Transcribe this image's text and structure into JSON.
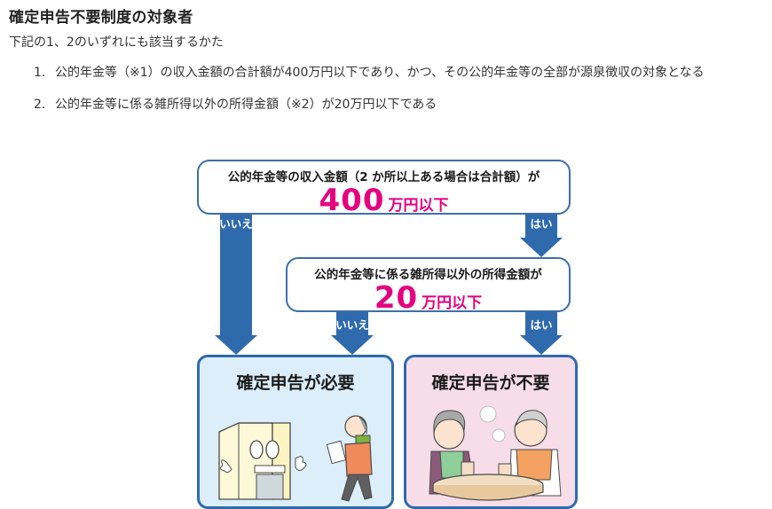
{
  "heading": "確定申告不要制度の対象者",
  "intro": "下記の1、2のいずれにも該当するかた",
  "list": [
    {
      "num": "1.",
      "text": "公的年金等（※1）の収入金額の合計額が400万円以下であり、かつ、その公的年金等の全部が源泉徴収の対象となる"
    },
    {
      "num": "2.",
      "text": "公的年金等に係る雑所得以外の所得金額（※2）が20万円以下である"
    }
  ],
  "flowchart": {
    "q1": {
      "question": "公的年金等の収入金額（2 か所以上ある場合は合計額）が",
      "amount": "400",
      "unit": "万円以下"
    },
    "q2": {
      "question": "公的年金等に係る雑所得以外の所得金額が",
      "amount": "20",
      "unit": "万円以下"
    },
    "labels": {
      "no": "いいえ",
      "yes": "はい"
    },
    "results": {
      "required": "確定申告が必要",
      "not_required": "確定申告が不要"
    },
    "illustrations": {
      "required": "tax-office-and-elderly-man-illustration",
      "not_required": "elderly-couple-tea-illustration"
    },
    "colors": {
      "arrow": "#2f6aad",
      "amount": "#e4007f",
      "required_bg": "#dbeef9",
      "not_required_bg": "#f6dde8"
    }
  }
}
